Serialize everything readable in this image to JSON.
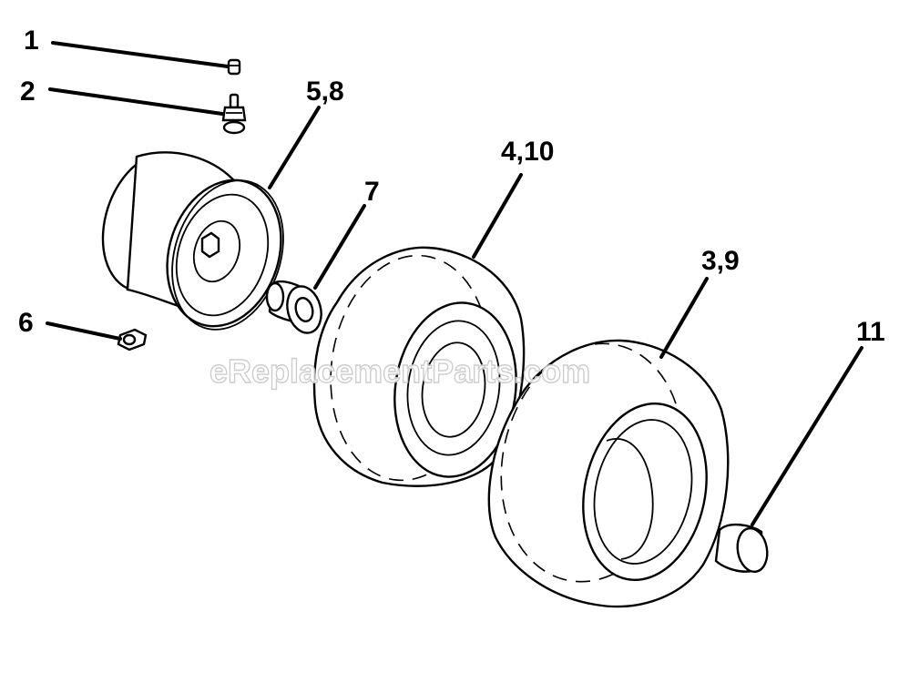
{
  "watermark": "eReplacementParts.com",
  "callouts": {
    "c1": "1",
    "c2": "2",
    "c58": "5,8",
    "c6": "6",
    "c7": "7",
    "c410": "4,10",
    "c39": "3,9",
    "c11": "11"
  },
  "colors": {
    "ink": "#000000",
    "background": "#ffffff",
    "watermark_outline": "#c8c8c8"
  }
}
